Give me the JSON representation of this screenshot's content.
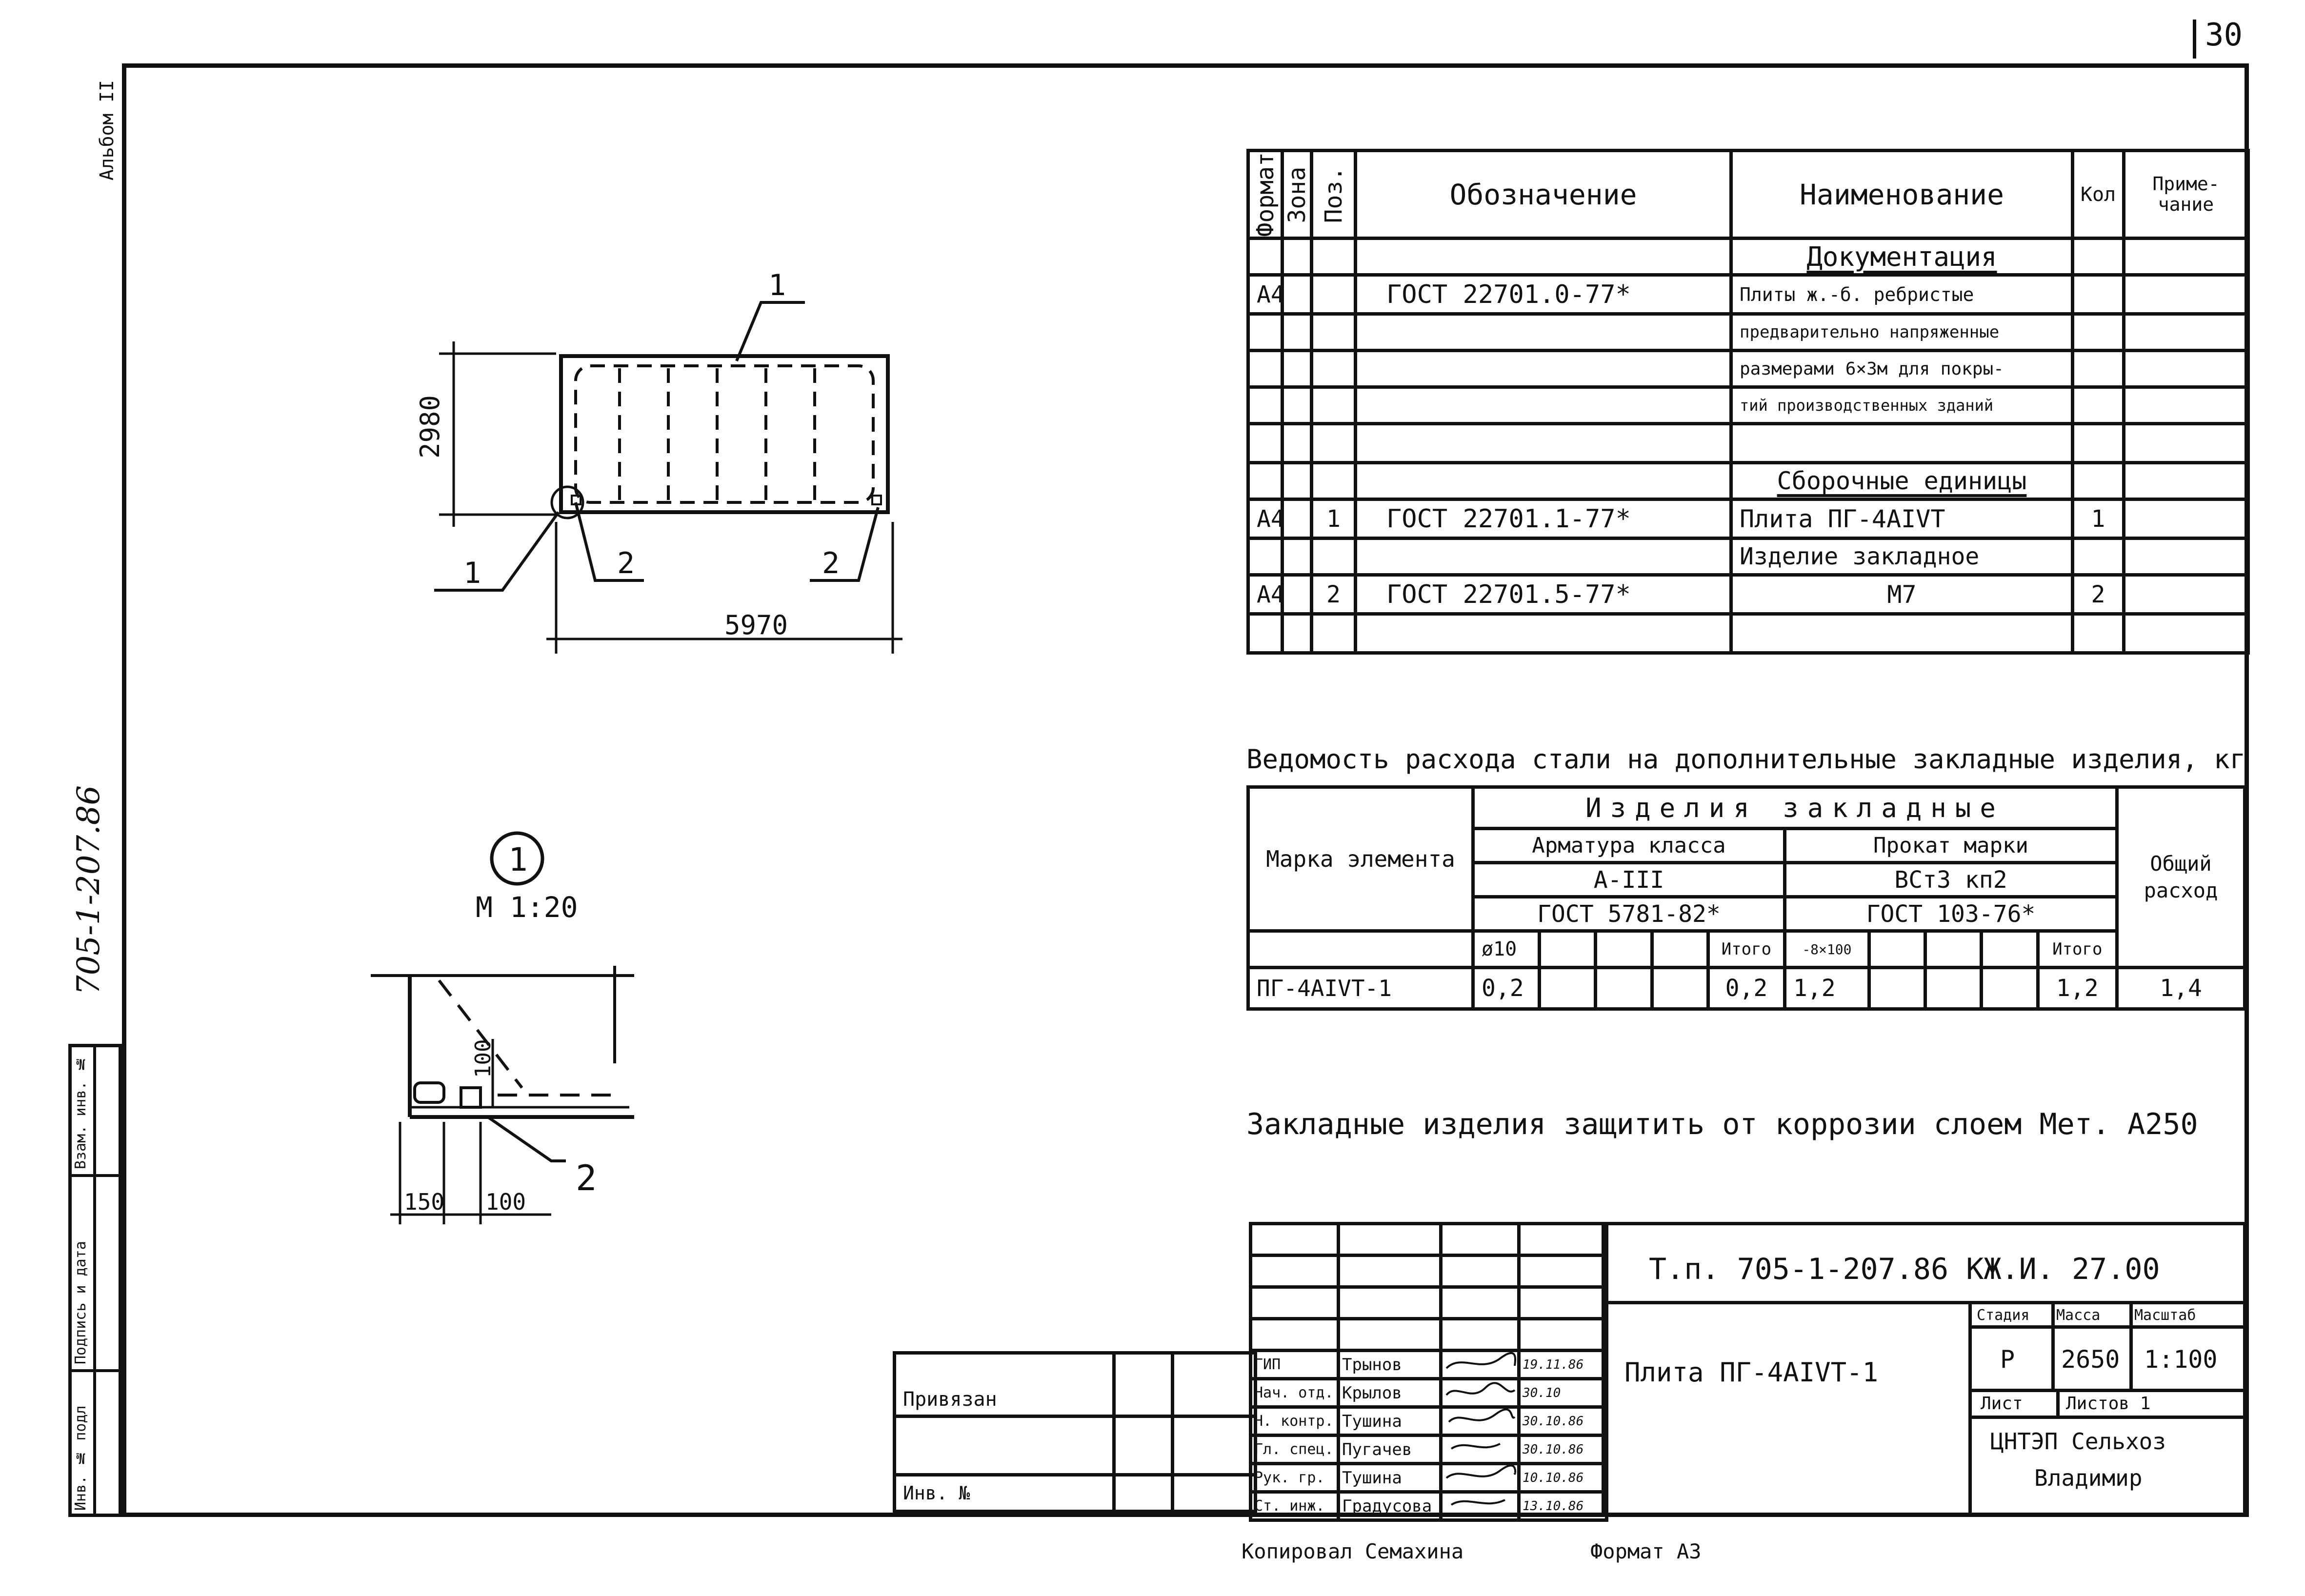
{
  "sheet_number": "30",
  "album_label": "Альбом II",
  "side_code": "705-1-207.86",
  "side_stamp": [
    "Инв. № подл",
    "Подпись и дата",
    "Взам. инв. №"
  ],
  "spec": {
    "headers": [
      "Формат",
      "Зона",
      "Поз.",
      "Обозначение",
      "Наименование",
      "Кол",
      "Приме-\nчание"
    ],
    "section_docs": "Документация",
    "section_units": "Сборочные единицы",
    "rows": [
      {
        "format": "А4",
        "zone": "",
        "pos": "",
        "designation": "ГОСТ 22701.0-77*",
        "name": "Плиты ж.-б. ребристые",
        "qty": "",
        "note": ""
      },
      {
        "format": "",
        "zone": "",
        "pos": "",
        "designation": "",
        "name": "предварительно напряженные",
        "qty": "",
        "note": ""
      },
      {
        "format": "",
        "zone": "",
        "pos": "",
        "designation": "",
        "name": "размерами 6×3м для покры-",
        "qty": "",
        "note": ""
      },
      {
        "format": "",
        "zone": "",
        "pos": "",
        "designation": "",
        "name": "тий производственных зданий",
        "qty": "",
        "note": ""
      },
      {
        "format": "А4",
        "zone": "",
        "pos": "1",
        "designation": "ГОСТ 22701.1-77*",
        "name": "Плита ПГ-4АIVТ",
        "qty": "1",
        "note": ""
      },
      {
        "format": "",
        "zone": "",
        "pos": "",
        "designation": "",
        "name": "Изделие закладное",
        "qty": "",
        "note": ""
      },
      {
        "format": "А4",
        "zone": "",
        "pos": "2",
        "designation": "ГОСТ 22701.5-77*",
        "name": "М7",
        "qty": "2",
        "note": ""
      }
    ]
  },
  "steel": {
    "title": "Ведомость расхода стали на дополнительные закладные изделия, кг",
    "col_mark": "Марка элемента",
    "group": "Изделия закладные",
    "rebar_header": "Арматура класса",
    "rebar_class": "А-III",
    "rebar_gost": "ГОСТ 5781-82*",
    "rolled_header": "Прокат марки",
    "rolled_grade": "ВСт3 кп2",
    "rolled_gost": "ГОСТ 103-76*",
    "total_header": "Общий расход",
    "sub_rebar": "ø10",
    "sub_rolled": "-8×100",
    "sub_total": "Итого",
    "row": {
      "mark": "ПГ-4АIVТ-1",
      "d10": "0,2",
      "rebar_total": "0,2",
      "strip": "1,2",
      "rolled_total": "1,2",
      "total": "1,4"
    }
  },
  "note": "Закладные изделия защитить от коррозии слоем Мет. А250",
  "drawing": {
    "dim_width": "5970",
    "dim_height": "2980",
    "leader_1": "1",
    "leader_2": "2",
    "detail_number": "1",
    "detail_scale": "М 1:20",
    "dim_150": "150",
    "dim_100a": "100",
    "dim_100b": "100"
  },
  "title_block": {
    "project": "Т.п.  705-1-207.86  КЖ.И. 27.00",
    "item_name": "Плита ПГ-4АIVТ-1",
    "stage_label": "Стадия",
    "mass_label": "Масса",
    "scale_label": "Масштаб",
    "stage": "Р",
    "mass": "2650",
    "scale": "1:100",
    "sheet_label": "Лист",
    "sheets_label": "Листов 1",
    "org_line1": "ЦНТЭП Сельхоз",
    "org_line2": "Владимир",
    "bound": "Привязан",
    "inv": "Инв. №",
    "roles": [
      {
        "role": "ГИП",
        "name": "Трынов",
        "date": "19.11.86"
      },
      {
        "role": "Нач. отд.",
        "name": "Крылов",
        "date": "30.10"
      },
      {
        "role": "Н. контр.",
        "name": "Тушина",
        "date": "30.10.86"
      },
      {
        "role": "Гл. спец.",
        "name": "Пугачев",
        "date": "30.10.86"
      },
      {
        "role": "Рук. гр.",
        "name": "Тушина",
        "date": "10.10.86"
      },
      {
        "role": "Ст. инж.",
        "name": "Градусова",
        "date": "13.10.86"
      }
    ]
  },
  "footer": {
    "copied": "Копировал Семахина",
    "format": "Формат А3"
  }
}
